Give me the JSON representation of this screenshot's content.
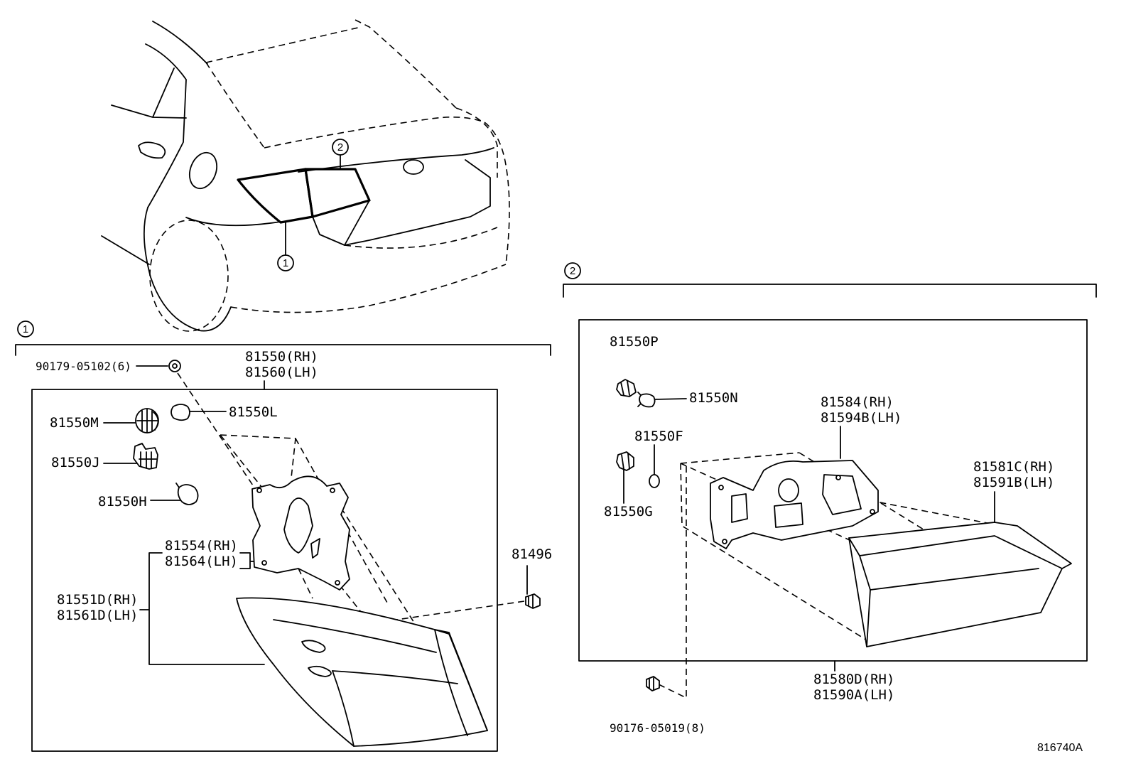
{
  "figure": {
    "code": "816740A"
  },
  "vehicle_view": {
    "callout_1": "1",
    "callout_2": "2"
  },
  "group_1": {
    "marker": "1",
    "nut": "90179-05102(6)",
    "assembly_rh": "81550(RH)",
    "assembly_lh": "81560(LH)",
    "socket_m": "81550M",
    "bulb_l": "81550L",
    "socket_j": "81550J",
    "bulb_h": "81550H",
    "gasket_rh": "81554(RH)",
    "gasket_lh": "81564(LH)",
    "lens_rh": "81551D(RH)",
    "lens_lh": "81561D(LH)",
    "screw": "81496"
  },
  "group_2": {
    "marker": "2",
    "socket_p": "81550P",
    "bulb_n": "81550N",
    "bulb_f": "81550F",
    "socket_g": "81550G",
    "gasket_rh": "81584(RH)",
    "gasket_lh": "81594B(LH)",
    "lens_rh": "81581C(RH)",
    "lens_lh": "81591B(LH)",
    "assembly_rh": "81580D(RH)",
    "assembly_lh": "81590A(LH)",
    "bolt": "90176-05019(8)"
  }
}
